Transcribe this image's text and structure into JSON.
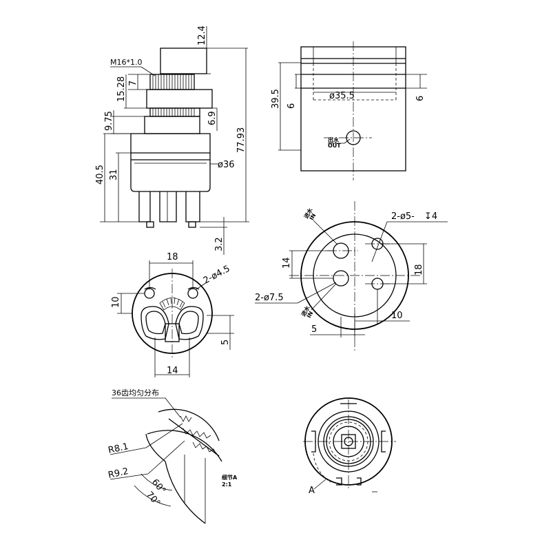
{
  "side_view": {
    "dim_top_height": "12.4",
    "thread_label": "M16*1.0",
    "dim_thread": "7",
    "dim_spline": "15.28",
    "dim_flange": "9.75",
    "dim_body": "6.9",
    "dim_diameter": "ø36",
    "dim_overall": "40.5",
    "dim_lower": "31",
    "dim_total": "77.93",
    "dim_feet": "3.2"
  },
  "front_view": {
    "dim_height": "39.5",
    "dim_left_gap": "6",
    "dim_right_gap": "6",
    "dim_diameter": "ø35.5",
    "outlet_label_cn": "出水",
    "outlet_label_en": "OUT"
  },
  "bottom_view": {
    "dim_18": "18",
    "dim_holes": "2-ø4.5",
    "dim_10": "10",
    "dim_5": "5",
    "dim_14": "14"
  },
  "port_view": {
    "dim_holes_small": "2-ø5-",
    "depth_symbol": "↧4",
    "dim_holes_large": "2-ø7.5",
    "dim_14": "14",
    "dim_18": "18",
    "dim_10": "10",
    "dim_5": "5",
    "inlet_top_cn": "进水",
    "inlet_top_en": "IN",
    "inlet_bottom_cn": "进水",
    "inlet_bottom_en": "IN"
  },
  "detail_view": {
    "teeth_label": "36齿均匀分布",
    "r_inner": "R8.1",
    "r_outer": "R9.2",
    "angle_60": "60°",
    "angle_70": "70°",
    "title": "细节A",
    "scale": "2:1"
  },
  "top_view": {
    "detail_marker": "A"
  }
}
